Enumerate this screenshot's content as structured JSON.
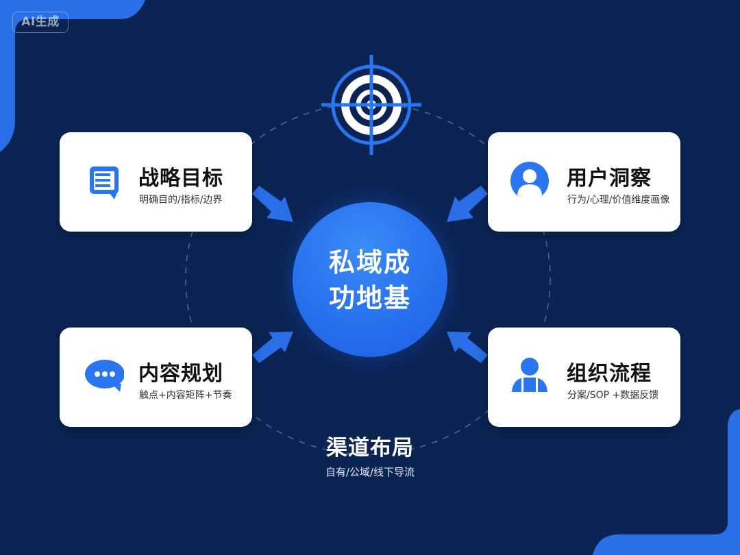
{
  "badge": {
    "label": "AI生成"
  },
  "center": {
    "line1": "私域成",
    "line2": "功地基"
  },
  "cards": [
    {
      "title": "战略目标",
      "subtitle": "明确目的/指标/边界",
      "icon": "document-chat-icon"
    },
    {
      "title": "用户洞察",
      "subtitle": "行为/心理/价值维度画像",
      "icon": "user-avatar-icon"
    },
    {
      "title": "内容规划",
      "subtitle": "触点+内容矩阵+节奏",
      "icon": "chat-bubble-icon"
    },
    {
      "title": "组织流程",
      "subtitle": "分案/SOP +数据反馈",
      "icon": "person-icon"
    }
  ],
  "bottom": {
    "title": "渠道布局",
    "subtitle": "自有/公域/线下导流"
  },
  "top_icon": "target-crosshair-icon",
  "colors": {
    "background": "#0b2454",
    "accent": "#2a75f0",
    "card": "#ffffff",
    "text_dark": "#111111"
  }
}
